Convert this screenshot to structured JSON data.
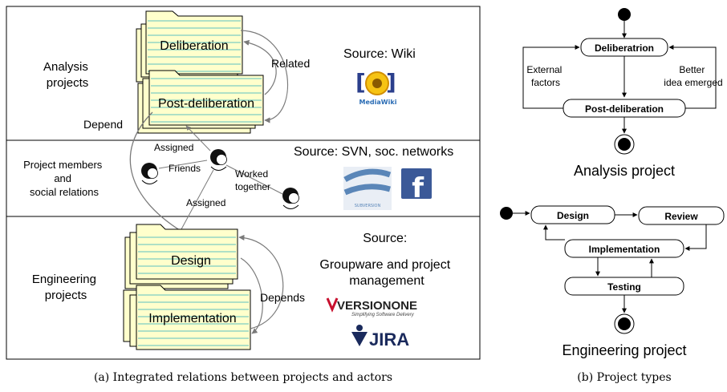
{
  "panel_a": {
    "caption": "(a) Integrated relations between projects and actors",
    "bands": {
      "analysis": {
        "label_lines": [
          "Analysis",
          "projects"
        ],
        "source": "Source: Wiki",
        "docs": [
          "Deliberation",
          "Post-deliberation"
        ],
        "related_label": "Related",
        "logo_text": "MediaWiki"
      },
      "members": {
        "label_lines": [
          "Project members",
          "and",
          "social relations"
        ],
        "source": "Source: SVN, soc. networks",
        "friends_label": "Friends",
        "assigned_top": "Assigned",
        "assigned_bottom": "Assigned",
        "worked_lines": [
          "Worked",
          "together"
        ],
        "svn_logo_text": "SUBVERSION",
        "fb_logo_text": "f"
      },
      "engineering": {
        "label_lines": [
          "Engineering",
          "projects"
        ],
        "source_lines": [
          "Source:",
          "Groupware and project",
          "management"
        ],
        "docs": [
          "Design",
          "Implementation"
        ],
        "depends_label": "Depends",
        "versionone_text": "VERSIONONE",
        "versionone_tagline": "Simplifying Software Delivery",
        "jira_text": "JIRA"
      }
    },
    "depend_label": "Depend"
  },
  "panel_b": {
    "caption": "(b) Project types",
    "analysis_diagram": {
      "title": "Analysis project",
      "states": [
        "Deliberatrion",
        "Post-deliberation"
      ],
      "left_label_lines": [
        "External",
        "factors"
      ],
      "right_label_lines": [
        "Better",
        "idea emerged"
      ]
    },
    "engineering_diagram": {
      "title": "Engineering project",
      "states": [
        "Design",
        "Review",
        "Implementation",
        "Testing"
      ]
    }
  },
  "colors": {
    "doc_fill": "#ffffcc",
    "doc_line": "#5ec2c0",
    "arrow_grey": "#8a8a8a",
    "fb_blue": "#3b5998",
    "svn_blue": "#5a86b8",
    "jira_navy": "#1a2a5c",
    "versionone_red": "#c8102e"
  }
}
